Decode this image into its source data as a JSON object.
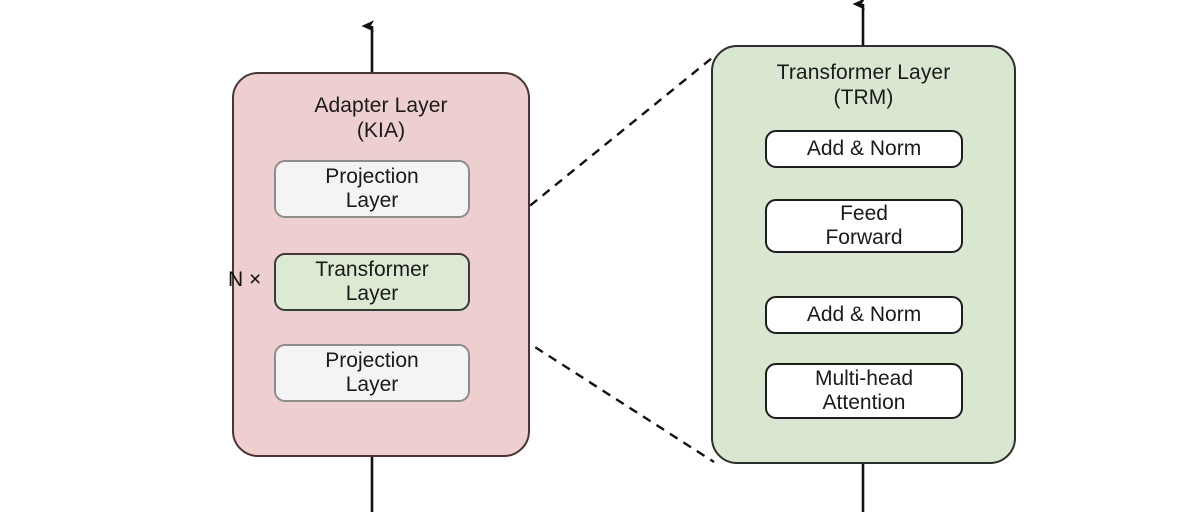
{
  "diagram": {
    "type": "architecture-block-diagram",
    "background": "#ffffff",
    "panels": {
      "adapter": {
        "title_line1": "Adapter Layer",
        "title_line2": "(KIA)",
        "fill": "#eecfcf",
        "repeat_label": "N ×",
        "blocks": [
          {
            "id": "projection-top",
            "label_line1": "Projection",
            "label_line2": "Layer",
            "fill": "#f4f4f4"
          },
          {
            "id": "transformer-layer",
            "label_line1": "Transformer",
            "label_line2": "Layer",
            "fill": "#dcead4"
          },
          {
            "id": "projection-bottom",
            "label_line1": "Projection",
            "label_line2": "Layer",
            "fill": "#f4f4f4"
          }
        ]
      },
      "transformer": {
        "title_line1": "Transformer Layer",
        "title_line2": "(TRM)",
        "fill": "#d9e7d1",
        "blocks": [
          {
            "id": "add-norm-top",
            "label_line1": "Add & Norm",
            "label_line2": "",
            "fill": "#ffffff"
          },
          {
            "id": "feed-forward",
            "label_line1": "Feed",
            "label_line2": "Forward",
            "fill": "#ffffff"
          },
          {
            "id": "add-norm-bottom",
            "label_line1": "Add & Norm",
            "label_line2": "",
            "fill": "#ffffff"
          },
          {
            "id": "multi-head-attention",
            "label_line1": "Multi-head",
            "label_line2": "Attention",
            "fill": "#ffffff"
          }
        ]
      }
    },
    "connectors": {
      "stroke": "#111111",
      "dashed_stroke": "#111111",
      "dash_pattern": "9 7",
      "description": "solid arrows for data flow and residual skip paths; dashed lines expand the Transformer Layer block into the TRM panel"
    }
  }
}
